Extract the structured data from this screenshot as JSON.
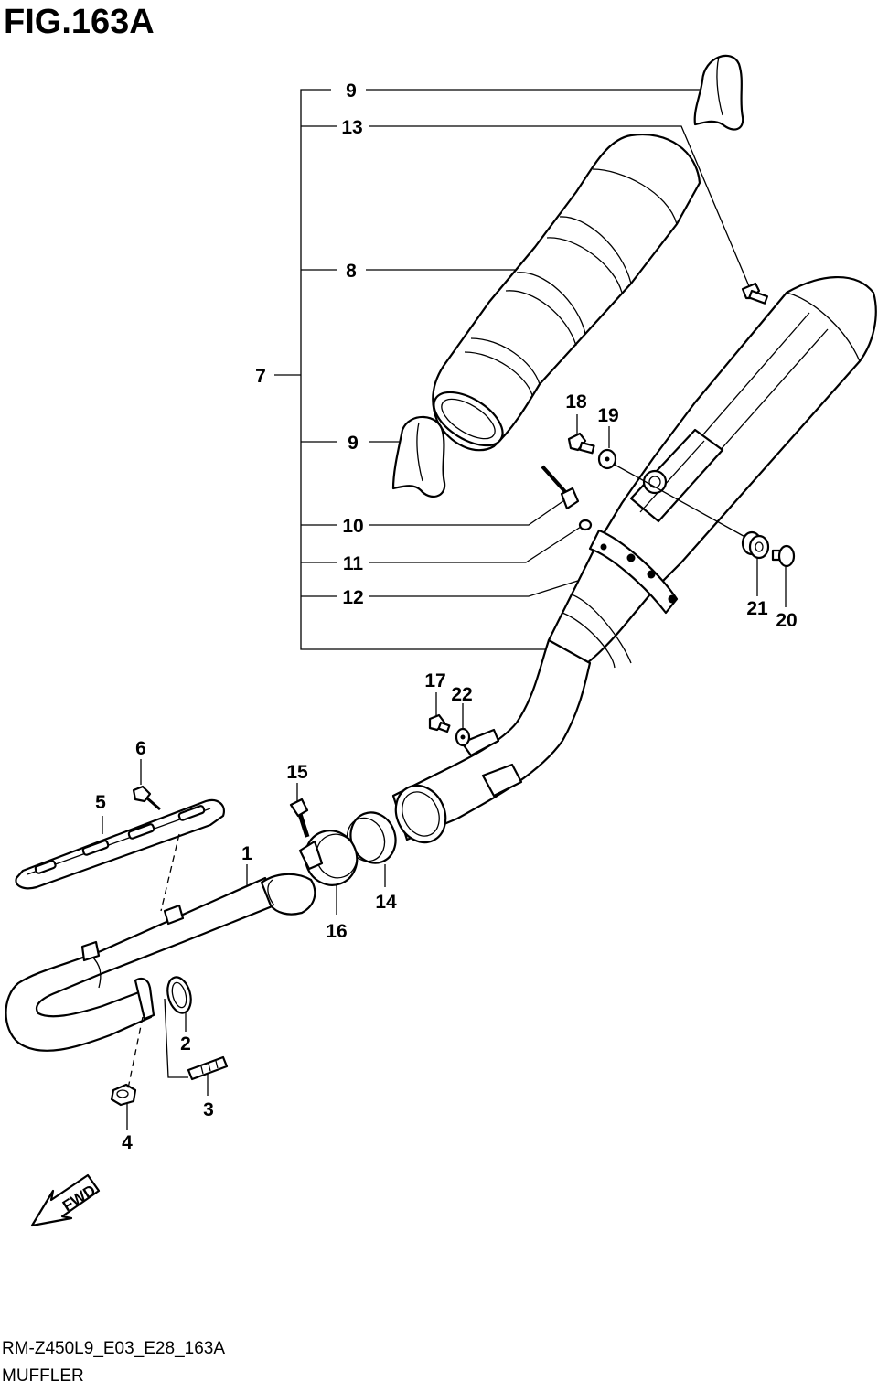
{
  "figure": {
    "title": "FIG.163A",
    "code": "RM-Z450L9_E03_E28_163A",
    "name": "MUFFLER",
    "direction_label": "FWD"
  },
  "callouts": {
    "c1": "1",
    "c2": "2",
    "c3": "3",
    "c4": "4",
    "c5": "5",
    "c6": "6",
    "c7": "7",
    "c8": "8",
    "c9_top": "9",
    "c9_bottom": "9",
    "c10": "10",
    "c11": "11",
    "c12": "12",
    "c13": "13",
    "c14": "14",
    "c15": "15",
    "c16": "16",
    "c17": "17",
    "c18": "18",
    "c19": "19",
    "c20": "20",
    "c21": "21",
    "c22": "22"
  }
}
